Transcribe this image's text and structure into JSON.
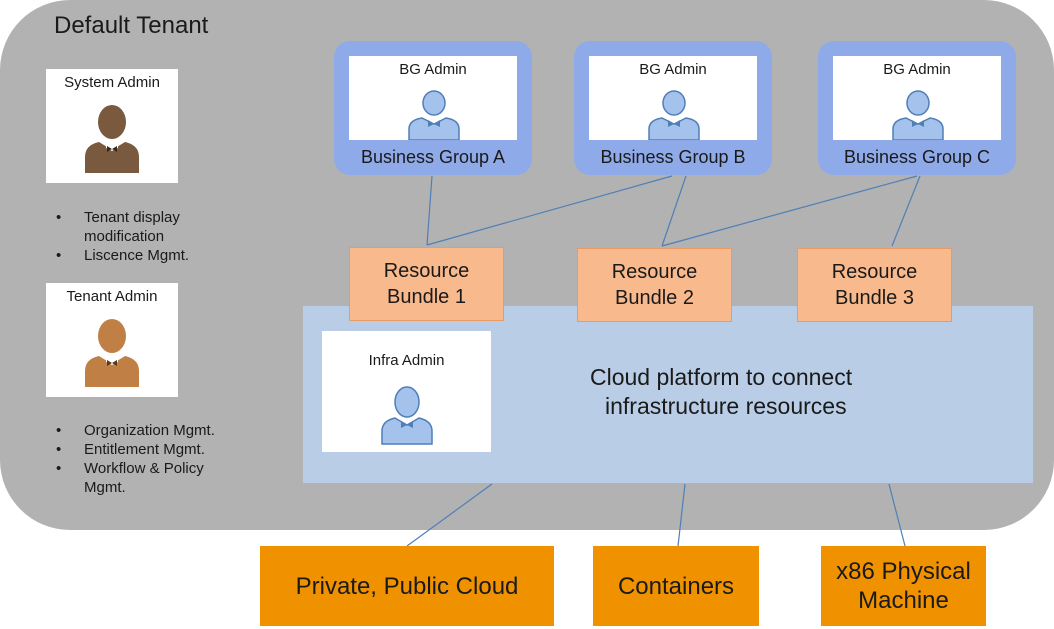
{
  "tenant": {
    "title": "Default Tenant"
  },
  "system_admin": {
    "label": "System Admin",
    "bullets": [
      "Tenant display modification",
      "Liscence Mgmt."
    ],
    "icon": "person-icon",
    "color": "#7a5a3e"
  },
  "tenant_admin": {
    "label": "Tenant Admin",
    "bullets": [
      "Organization Mgmt.",
      "Entitlement Mgmt.",
      "Workflow & Policy Mgmt."
    ],
    "icon": "person-icon",
    "color": "#c07f45"
  },
  "business_groups": [
    {
      "admin_label": "BG Admin",
      "name": "Business Group A"
    },
    {
      "admin_label": "BG Admin",
      "name": "Business Group B"
    },
    {
      "admin_label": "BG Admin",
      "name": "Business Group C"
    }
  ],
  "resource_bundles": [
    {
      "line1": "Resource",
      "line2": "Bundle 1"
    },
    {
      "line1": "Resource",
      "line2": "Bundle 2"
    },
    {
      "line1": "Resource",
      "line2": "Bundle 3"
    }
  ],
  "cloud_platform": {
    "admin_label": "Infra Admin",
    "line1": "Cloud platform to connect",
    "line2": "infrastructure resources"
  },
  "resources": [
    {
      "line1": "Private, Public Cloud",
      "line2": ""
    },
    {
      "line1": "Containers",
      "line2": ""
    },
    {
      "line1": "x86 Physical",
      "line2": "Machine"
    }
  ],
  "colors": {
    "tenant_bg": "#b2b2b2",
    "bg_box": "#8faae8",
    "admin_blue": "#a4c2ec",
    "resource_bundle": "#f8b98c",
    "cloud": "#b9cde6",
    "resource": "#f09200",
    "connector": "#4f7fb8"
  }
}
